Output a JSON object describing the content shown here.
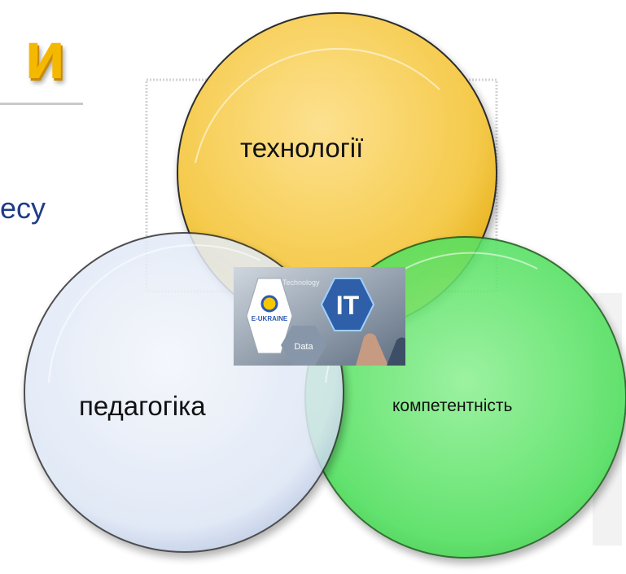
{
  "title_fragment": "и",
  "subtitle_fragment": "есу",
  "circles": {
    "top": {
      "label": "технології",
      "color": "#f5c842"
    },
    "left": {
      "label": "педагогіка",
      "color": "#c9d7f0"
    },
    "right": {
      "label": "компетентність",
      "color": "#37d94a"
    }
  },
  "center_image": {
    "logo_text": "E-UKRAINE",
    "hex_big_text": "IT",
    "hex_small_text": "Data",
    "background_word": "Technology"
  }
}
